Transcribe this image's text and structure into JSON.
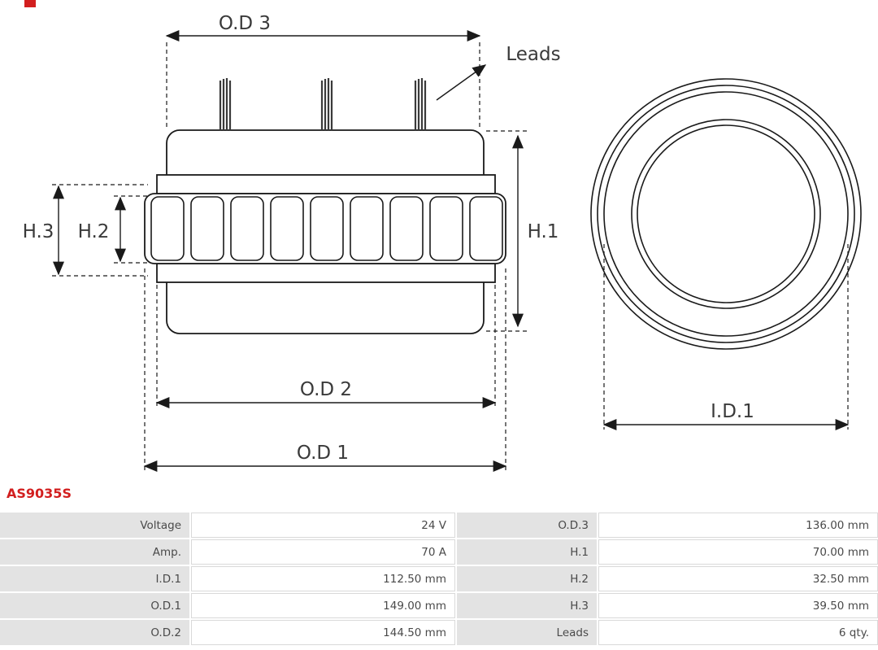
{
  "part_number": "AS9035S",
  "diagram": {
    "side_view_labels": {
      "od3": "O.D 3",
      "leads": "Leads",
      "h1": "H.1",
      "h2": "H.2",
      "h3": "H.3",
      "od2": "O.D 2",
      "od1": "O.D 1"
    },
    "front_view_labels": {
      "id1": "I.D.1"
    }
  },
  "specs_table": {
    "rows": [
      {
        "label_left": "Voltage",
        "value_left": "24 V",
        "label_right": "O.D.3",
        "value_right": "136.00 mm"
      },
      {
        "label_left": "Amp.",
        "value_left": "70 A",
        "label_right": "H.1",
        "value_right": "70.00 mm"
      },
      {
        "label_left": "I.D.1",
        "value_left": "112.50 mm",
        "label_right": "H.2",
        "value_right": "32.50 mm"
      },
      {
        "label_left": "O.D.1",
        "value_left": "149.00 mm",
        "label_right": "H.3",
        "value_right": "39.50 mm"
      },
      {
        "label_left": "O.D.2",
        "value_left": "144.50 mm",
        "label_right": "Leads",
        "value_right": "6 qty."
      }
    ]
  },
  "colors": {
    "part_number_red": "#d21f1f",
    "table_label_bg": "#e3e3e3",
    "table_border": "#d9d9d9",
    "table_text": "#4a4a4a",
    "line": "#1a1a1a"
  }
}
